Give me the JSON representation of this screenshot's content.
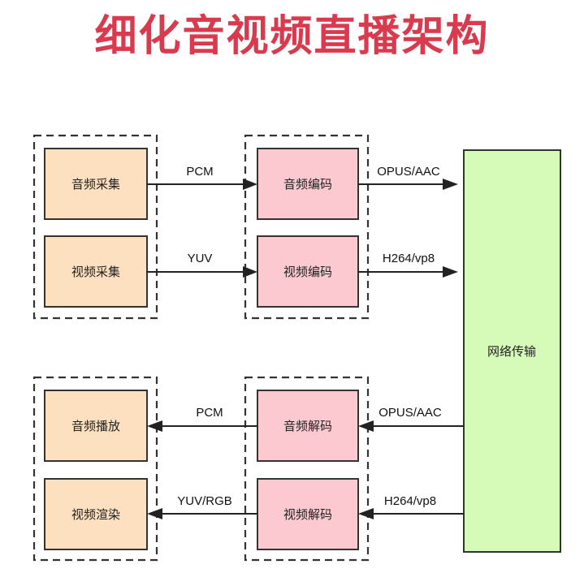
{
  "title": "细化音视频直播架构",
  "nodes": {
    "audio_capture": "音频采集",
    "video_capture": "视频采集",
    "audio_encode": "音频编码",
    "video_encode": "视频编码",
    "network": "网络传输",
    "audio_play": "音频播放",
    "video_render": "视频渲染",
    "audio_decode": "音频解码",
    "video_decode": "视频解码"
  },
  "edges": {
    "pcm_up": "PCM",
    "yuv_up": "YUV",
    "opus_up": "OPUS/AAC",
    "h264_up": "H264/vp8",
    "opus_down": "OPUS/AAC",
    "h264_down": "H264/vp8",
    "pcm_down": "PCM",
    "yuvrgb_down": "YUV/RGB"
  },
  "colors": {
    "title": "#d93a4e",
    "capture_box": "#fde0bf",
    "codec_box": "#fbc9cf",
    "network_box": "#d6fbb9"
  }
}
